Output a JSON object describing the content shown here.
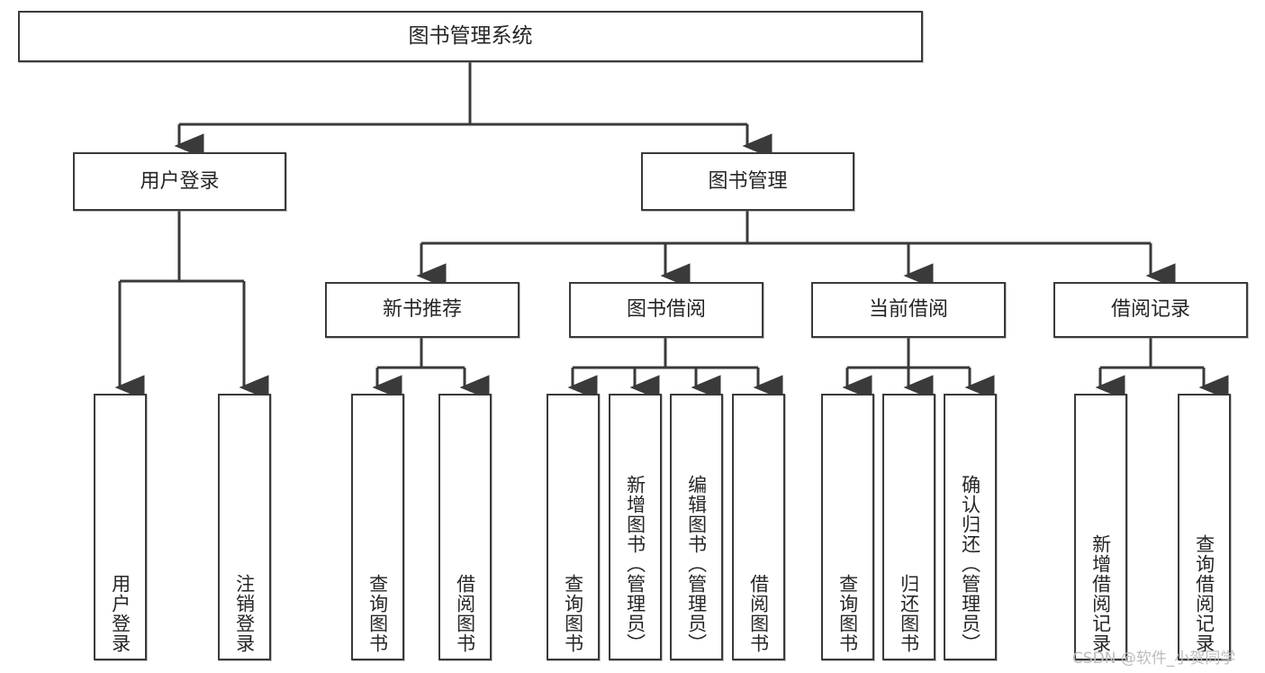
{
  "diagram": {
    "title": "图书管理系统",
    "type": "tree-hierarchy",
    "watermark": "CSDN @软件_小贺同学",
    "colors": {
      "background": "#ffffff",
      "box_border": "#3a3a3a",
      "box_fill": "#ffffff",
      "connector": "#3a3a3a",
      "text": "#262626",
      "watermark": "#bdbdbd"
    },
    "root": {
      "id": "root",
      "label": "图书管理系统"
    },
    "level2": [
      {
        "id": "user-login",
        "label": "用户登录"
      },
      {
        "id": "book-manage",
        "label": "图书管理"
      }
    ],
    "level3": [
      {
        "id": "new-book-recommend",
        "label": "新书推荐",
        "parent": "book-manage"
      },
      {
        "id": "book-borrow",
        "label": "图书借阅",
        "parent": "book-manage"
      },
      {
        "id": "current-borrow",
        "label": "当前借阅",
        "parent": "book-manage"
      },
      {
        "id": "borrow-record",
        "label": "借阅记录",
        "parent": "book-manage"
      }
    ],
    "leaves": [
      {
        "id": "leaf-user-login",
        "label": "用户登录",
        "parent": "user-login"
      },
      {
        "id": "leaf-user-logout",
        "label": "注销登录",
        "parent": "user-login"
      },
      {
        "id": "leaf-query-book-1",
        "label": "查询图书",
        "parent": "new-book-recommend"
      },
      {
        "id": "leaf-borrow-book-1",
        "label": "借阅图书",
        "parent": "new-book-recommend"
      },
      {
        "id": "leaf-query-book-2",
        "label": "查询图书",
        "parent": "book-borrow"
      },
      {
        "id": "leaf-add-book",
        "label": "新增图书（管理员）",
        "parent": "book-borrow"
      },
      {
        "id": "leaf-edit-book",
        "label": "编辑图书（管理员）",
        "parent": "book-borrow"
      },
      {
        "id": "leaf-borrow-book-2",
        "label": "借阅图书",
        "parent": "book-borrow"
      },
      {
        "id": "leaf-query-book-3",
        "label": "查询图书",
        "parent": "current-borrow"
      },
      {
        "id": "leaf-return-book",
        "label": "归还图书",
        "parent": "current-borrow"
      },
      {
        "id": "leaf-confirm-return",
        "label": "确认归还（管理员）",
        "parent": "current-borrow"
      },
      {
        "id": "leaf-add-record",
        "label": "新增借阅记录",
        "parent": "borrow-record"
      },
      {
        "id": "leaf-query-record",
        "label": "查询借阅记录",
        "parent": "borrow-record"
      }
    ]
  }
}
